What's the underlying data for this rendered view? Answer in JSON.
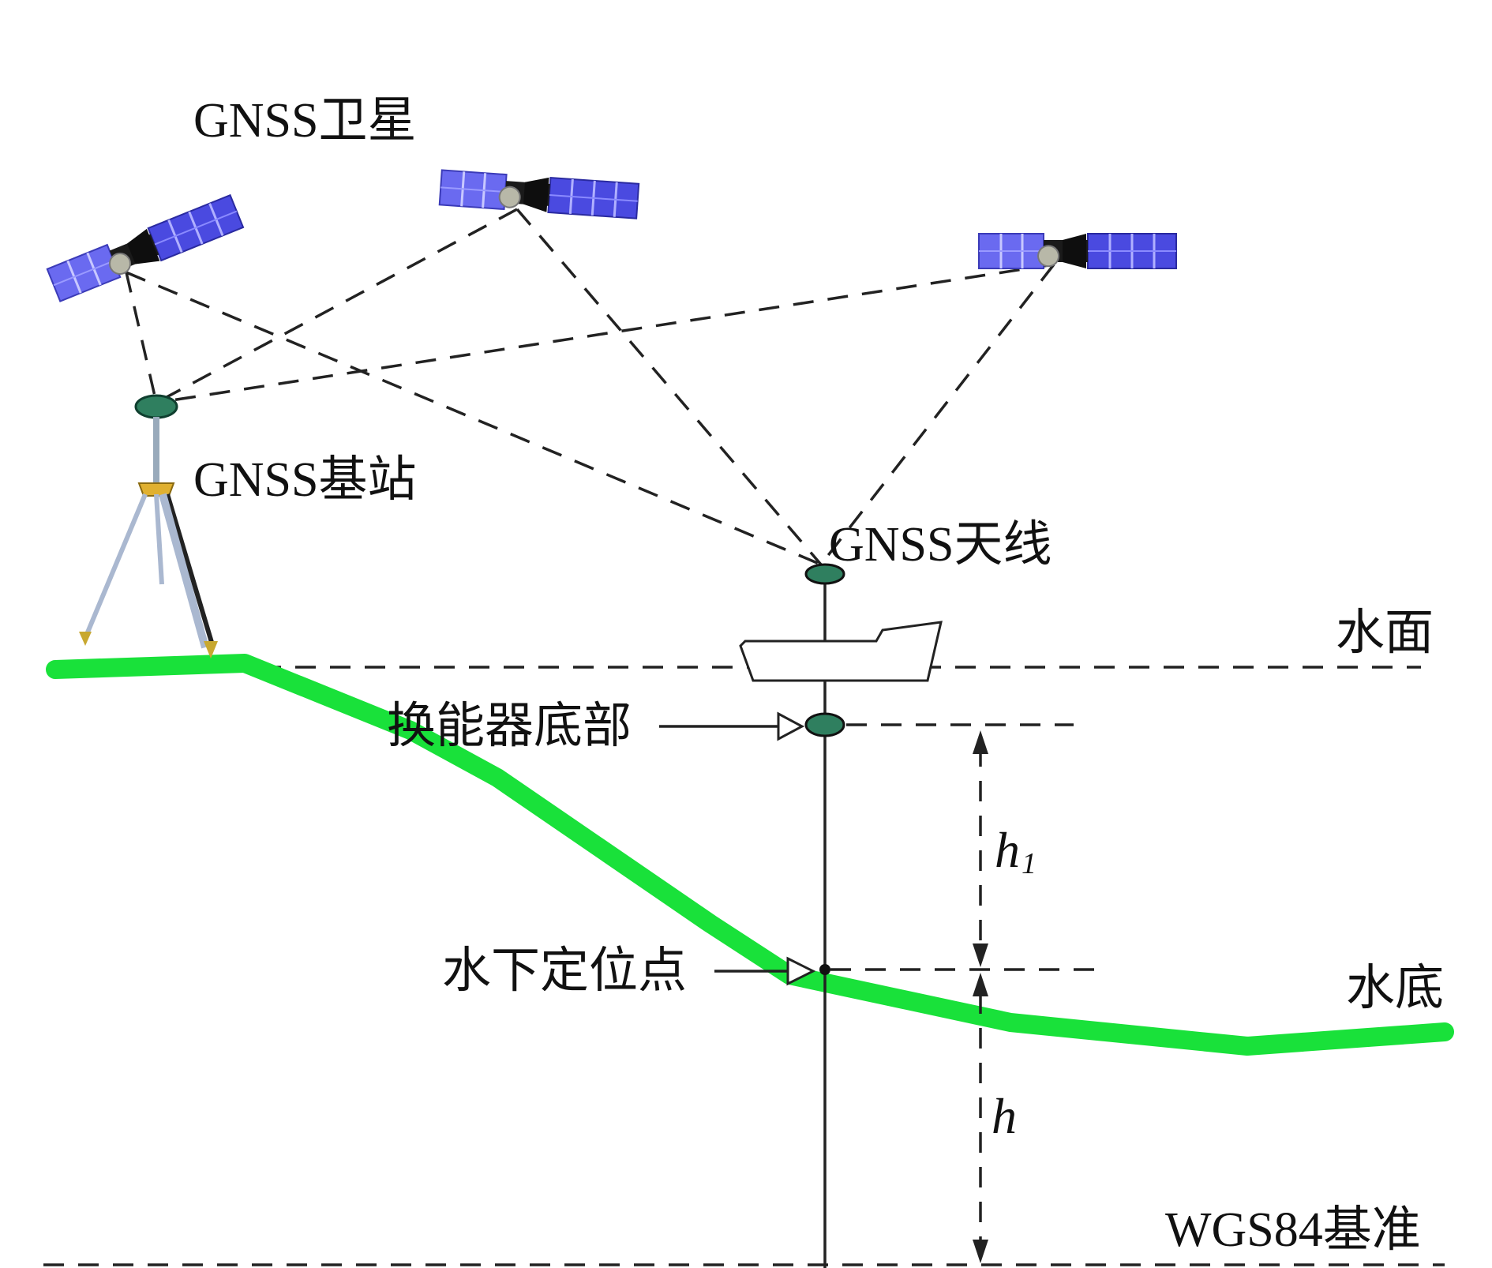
{
  "labels": {
    "satellites": "GNSS卫星",
    "base_station": "GNSS基站",
    "antenna": "GNSS天线",
    "water_surface": "水面",
    "transducer_bottom": "换能器底部",
    "underwater_point": "水下定位点",
    "seabed": "水底",
    "datum": "WGS84基准",
    "h1": "h",
    "h1_sub": "1",
    "h": "h"
  },
  "colors": {
    "seabed": "#19e13a",
    "solar_panel": "#5a5ae6",
    "line": "#222222",
    "antenna_fill": "#2f7f5f"
  },
  "icons": {
    "satellite": "satellite-icon",
    "base_station": "tripod-gnss-icon",
    "ship": "ship-icon"
  }
}
